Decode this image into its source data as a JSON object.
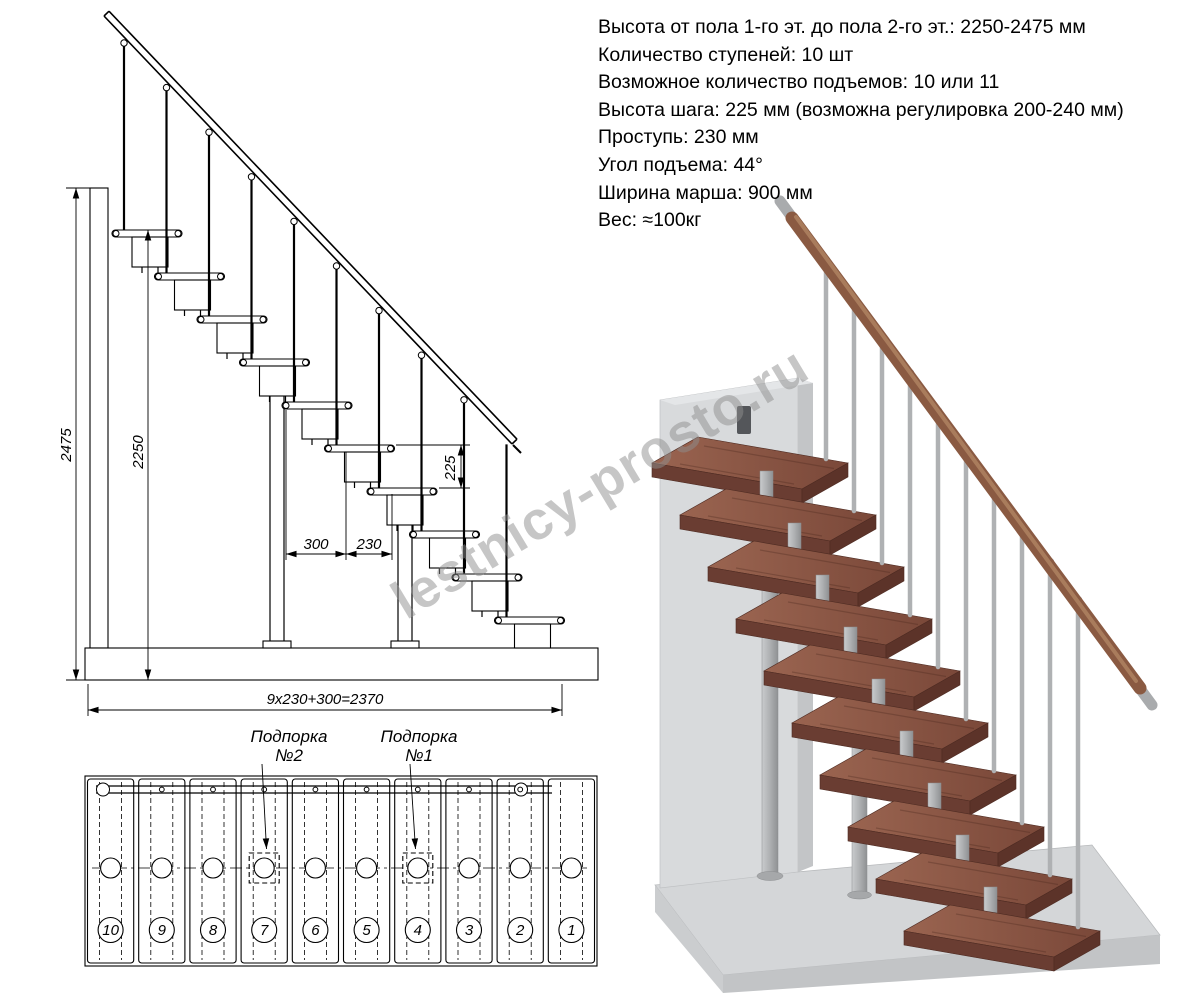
{
  "specs": {
    "lines": [
      "Высота от пола 1-го эт. до пола 2-го эт.: 2250-2475 мм",
      "Количество ступеней: 10 шт",
      "Возможное количество подъемов: 10 или 11",
      "Высота шага: 225 мм (возможна регулировка 200-240 мм)",
      "Проступь: 230 мм",
      "Угол подъема: 44°",
      "Ширина марша: 900 мм",
      "Вес: ≈100кг"
    ]
  },
  "elevation": {
    "dim_total_height": "2475",
    "dim_floor_height": "2250",
    "dim_step_height": "225",
    "dim_tread_300": "300",
    "dim_tread_230": "230",
    "dim_total_run": "9x230+300=2370"
  },
  "plan": {
    "support_label": "Подпорка",
    "support2_num": "№2",
    "support1_num": "№1",
    "step_numbers": [
      "10",
      "9",
      "8",
      "7",
      "6",
      "5",
      "4",
      "3",
      "2",
      "1"
    ]
  },
  "watermark": "lestnicy-prosto.ru",
  "colors": {
    "wood": "#8a5a48",
    "wood_dark": "#6a3d32",
    "metal": "#b2b4b6",
    "wall": "#d8dadc",
    "floor": "#d4d6d8",
    "rail": "#8a5a42",
    "line": "#000000"
  }
}
